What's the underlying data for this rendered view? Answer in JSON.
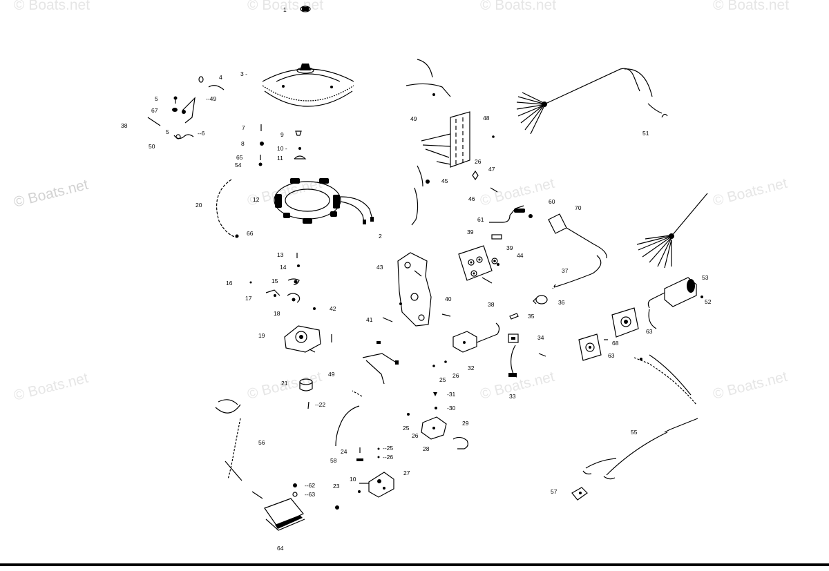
{
  "watermark": {
    "text": "© Boats.net"
  },
  "callouts": [
    {
      "id": "c1",
      "label": "1"
    },
    {
      "id": "c3",
      "label": "3 -"
    },
    {
      "id": "c4",
      "label": "4"
    },
    {
      "id": "c5",
      "label": "5"
    },
    {
      "id": "c5b",
      "label": "5"
    },
    {
      "id": "c6",
      "label": "--6"
    },
    {
      "id": "c49a",
      "label": "--49"
    },
    {
      "id": "c67",
      "label": "67"
    },
    {
      "id": "c38a",
      "label": "38"
    },
    {
      "id": "c50",
      "label": "50"
    },
    {
      "id": "c7",
      "label": "7"
    },
    {
      "id": "c8",
      "label": "8"
    },
    {
      "id": "c9",
      "label": "9"
    },
    {
      "id": "c10a",
      "label": "10 -"
    },
    {
      "id": "c11",
      "label": "11"
    },
    {
      "id": "c65",
      "label": "65"
    },
    {
      "id": "c54",
      "label": "54"
    },
    {
      "id": "c12",
      "label": "12"
    },
    {
      "id": "c20",
      "label": "20"
    },
    {
      "id": "c66",
      "label": "66"
    },
    {
      "id": "c2",
      "label": "2"
    },
    {
      "id": "c13",
      "label": "13"
    },
    {
      "id": "c14",
      "label": "14"
    },
    {
      "id": "c15",
      "label": "15"
    },
    {
      "id": "c16",
      "label": "16"
    },
    {
      "id": "c17",
      "label": "17"
    },
    {
      "id": "c18",
      "label": "18"
    },
    {
      "id": "c42a",
      "label": "42"
    },
    {
      "id": "c19",
      "label": "19"
    },
    {
      "id": "c21",
      "label": "21"
    },
    {
      "id": "c22",
      "label": "--22"
    },
    {
      "id": "c49b",
      "label": "49"
    },
    {
      "id": "c56",
      "label": "56"
    },
    {
      "id": "c62",
      "label": "--62"
    },
    {
      "id": "c63a",
      "label": "--63"
    },
    {
      "id": "c23",
      "label": "23"
    },
    {
      "id": "c64",
      "label": "64"
    },
    {
      "id": "c24",
      "label": "24"
    },
    {
      "id": "c25a",
      "label": "--25"
    },
    {
      "id": "c26a",
      "label": "--26"
    },
    {
      "id": "c58",
      "label": "58"
    },
    {
      "id": "c10b",
      "label": "10"
    },
    {
      "id": "c27",
      "label": "27"
    },
    {
      "id": "c49c",
      "label": "49"
    },
    {
      "id": "c48",
      "label": "48"
    },
    {
      "id": "c26b",
      "label": "26"
    },
    {
      "id": "c47",
      "label": "47"
    },
    {
      "id": "c45",
      "label": "45"
    },
    {
      "id": "c46",
      "label": "46"
    },
    {
      "id": "c61",
      "label": "61"
    },
    {
      "id": "c60",
      "label": "60"
    },
    {
      "id": "c70",
      "label": "70"
    },
    {
      "id": "c39a",
      "label": "39"
    },
    {
      "id": "c39b",
      "label": "39"
    },
    {
      "id": "c44",
      "label": "44"
    },
    {
      "id": "c43",
      "label": "43"
    },
    {
      "id": "c40",
      "label": "40"
    },
    {
      "id": "c41",
      "label": "41"
    },
    {
      "id": "c38b",
      "label": "38"
    },
    {
      "id": "c37",
      "label": "37"
    },
    {
      "id": "c36",
      "label": "36"
    },
    {
      "id": "c35",
      "label": "35"
    },
    {
      "id": "c34",
      "label": "34"
    },
    {
      "id": "c32",
      "label": "32"
    },
    {
      "id": "c33",
      "label": "33"
    },
    {
      "id": "c25b",
      "label": "25"
    },
    {
      "id": "c26c",
      "label": "26"
    },
    {
      "id": "c31",
      "label": "-31"
    },
    {
      "id": "c30",
      "label": "-30"
    },
    {
      "id": "c29",
      "label": "29"
    },
    {
      "id": "c25c",
      "label": "25"
    },
    {
      "id": "c26d",
      "label": "26"
    },
    {
      "id": "c28",
      "label": "28"
    },
    {
      "id": "c51",
      "label": "51"
    },
    {
      "id": "c53",
      "label": "53"
    },
    {
      "id": "c52",
      "label": "52"
    },
    {
      "id": "c63b",
      "label": "63"
    },
    {
      "id": "c68",
      "label": "68"
    },
    {
      "id": "c63c",
      "label": "63"
    },
    {
      "id": "c55",
      "label": "55"
    },
    {
      "id": "c57",
      "label": "57"
    }
  ]
}
